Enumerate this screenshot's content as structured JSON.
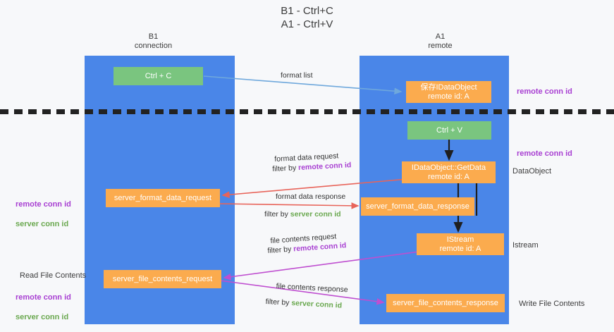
{
  "title": "B1 - Ctrl+C\nA1 - Ctrl+V",
  "lanes": [
    {
      "id": "b1",
      "header": "B1\nconnection",
      "color": "#4a86e8"
    },
    {
      "id": "a1",
      "header": "A1\nremote",
      "color": "#4a86e8"
    }
  ],
  "nodes": {
    "ctrl_c": "Ctrl + C",
    "idataobject": "保存IDataObject\nremote id: A",
    "ctrl_v": "Ctrl + V",
    "getdata": "IDataObject::GetData\nremote id: A",
    "format_data_request": "server_format_data_request",
    "format_data_response": "server_format_data_response",
    "istream": "IStream\nremote id: A",
    "file_contents_request": "server_file_contents_request",
    "file_contents_response": "server_file_contents_response"
  },
  "edge_labels": {
    "format_list": "format list",
    "format_data_request": "format data request",
    "format_data_request_filter_prefix": "filter by ",
    "format_data_request_filter_key": "remote conn id",
    "format_data_response": "format data response",
    "format_data_response_filter_prefix": "filter by ",
    "format_data_response_filter_key": "server conn id",
    "file_contents_request": "file contents request",
    "file_contents_request_filter_prefix": "filter by ",
    "file_contents_request_filter_key": "remote conn id",
    "file_contents_response": "file contents response",
    "file_contents_response_filter_prefix": "filter by ",
    "file_contents_response_filter_key": "server conn id"
  },
  "annotations": {
    "right_remote_conn_id_top": "remote conn id",
    "right_remote_conn_id_mid": "remote conn id",
    "right_dataobject": "DataObject",
    "right_istream": "Istream",
    "right_write_file_contents": "Write File Contents",
    "left_remote_conn_id_1": "remote conn id",
    "left_server_conn_id_1": "server conn id",
    "left_read_file_contents": "Read File Contents",
    "left_remote_conn_id_2": "remote conn id",
    "left_server_conn_id_2": "server conn id"
  },
  "colors": {
    "lane": "#4a86e8",
    "green_node": "#7ac57f",
    "orange_node": "#fbab4e",
    "remote_conn_id": "#a83fd2",
    "server_conn_id": "#6aa84f",
    "red_arrow": "#e8645a",
    "purple_arrow": "#bf4fd0",
    "blue_arrow": "#6fa8dc",
    "dark_arrow": "#1f1f1f",
    "background": "#f7f8fa",
    "text": "#3c3c3c"
  }
}
